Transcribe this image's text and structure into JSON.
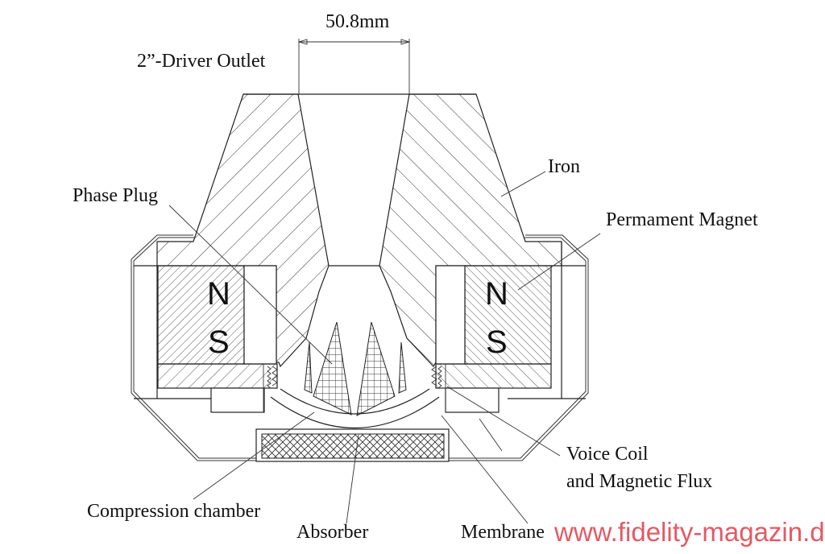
{
  "diagram": {
    "title": "Compression driver cross-section",
    "dimension": {
      "value_label": "50.8mm"
    },
    "labels": {
      "outlet": "2”-Driver Outlet",
      "iron": "Iron",
      "phase_plug": "Phase Plug",
      "permanent_magnet": "Permament Magnet",
      "voice_coil_line1": "Voice Coil",
      "voice_coil_line2": "and Magnetic Flux",
      "compression_chamber": "Compression chamber",
      "absorber": "Absorber",
      "membrane": "Membrane"
    },
    "magnet_poles": {
      "left_north": "N",
      "left_south": "S",
      "right_north": "N",
      "right_south": "S"
    },
    "watermark": {
      "text": "www.fidelity-magazin.de",
      "color": "#e35a64"
    },
    "colors": {
      "line": "#222222",
      "background": "#ffffff"
    }
  }
}
